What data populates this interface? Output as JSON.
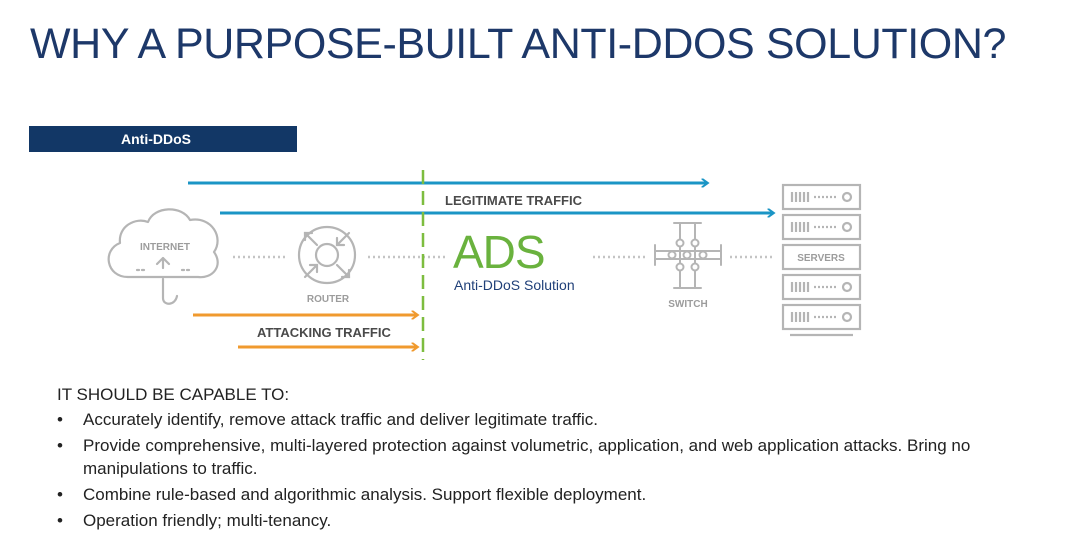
{
  "title": "WHY A PURPOSE-BUILT ANTI-DDOS SOLUTION?",
  "tag_label": "Anti-DDoS",
  "diagram": {
    "internet_label": "INTERNET",
    "router_label": "ROUTER",
    "ads_logo": "ADS",
    "ads_caption": "Anti-DDoS Solution",
    "switch_label": "SWITCH",
    "servers_label": "SERVERS",
    "legitimate_label": "LEGITIMATE TRAFFIC",
    "attacking_label": "ATTACKING TRAFFIC",
    "icons": [
      "cloud-icon",
      "router-icon",
      "switch-icon",
      "server-rack-icon"
    ],
    "colors": {
      "legitimate": "#1b95c5",
      "attacking": "#f09a2e",
      "ads_line": "#7dbd3f",
      "ads_text": "#6ab23e",
      "ads_caption": "#1f3f78",
      "icon_gray": "#b5b5b5"
    }
  },
  "capable_heading": "IT SHOULD BE CAPABLE TO:",
  "bullets": [
    "Accurately identify, remove attack traffic and deliver legitimate traffic.",
    "Provide comprehensive, multi-layered protection against volumetric, application, and web application attacks. Bring no manipulations to traffic.",
    "Combine rule-based and algorithmic analysis. Support flexible deployment.",
    "Operation friendly; multi-tenancy."
  ]
}
